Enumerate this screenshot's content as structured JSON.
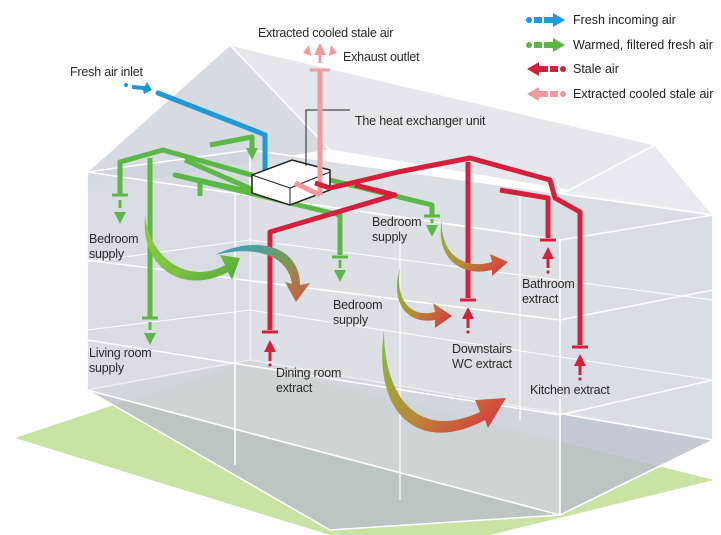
{
  "colors": {
    "fresh_incoming": "#1f9ad6",
    "warmed_fresh": "#5cb845",
    "stale": "#d61f3c",
    "extracted_cooled": "#f2999e",
    "ground": "#c9e3a4",
    "house_fill": "#d6dbe1",
    "house_edge": "#ffffff"
  },
  "legend": [
    {
      "icon": "fresh-incoming-air-arrow-icon",
      "label": "Fresh incoming air",
      "color": "#1f9ad6",
      "direction": "right"
    },
    {
      "icon": "warmed-fresh-air-arrow-icon",
      "label": "Warmed, filtered fresh air",
      "color": "#5cb845",
      "direction": "right"
    },
    {
      "icon": "stale-air-arrow-icon",
      "label": "Stale air",
      "color": "#d61f3c",
      "direction": "left"
    },
    {
      "icon": "extracted-cooled-air-arrow-icon",
      "label": "Extracted cooled stale air",
      "color": "#f2999e",
      "direction": "left"
    }
  ],
  "labels": {
    "extracted_top": "Extracted cooled stale air",
    "exhaust_outlet": "Exhaust outlet",
    "fresh_air_inlet": "Fresh air inlet",
    "heat_exchanger": "The heat exchanger unit",
    "bedroom_supply_left": [
      "Bedroom",
      "supply"
    ],
    "bedroom_supply_center": [
      "Bedroom",
      "supply"
    ],
    "bedroom_supply_right": [
      "Bedroom",
      "supply"
    ],
    "living_room_supply": [
      "Living room",
      "supply"
    ],
    "dining_room_extract": [
      "Dining room",
      "extract"
    ],
    "downstairs_wc_extract": [
      "Downstairs",
      "WC extract"
    ],
    "bathroom_extract": [
      "Bathroom",
      "extract"
    ],
    "kitchen_extract": "Kitchen extract"
  }
}
